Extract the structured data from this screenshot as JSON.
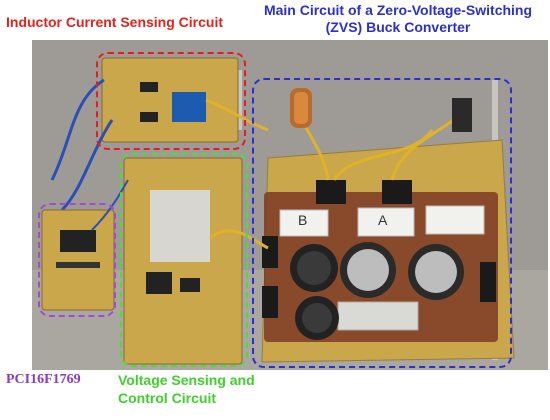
{
  "labels": {
    "inductor_sensing": "Inductor Current Sensing Circuit",
    "main_circuit_line1": "Main Circuit of a Zero-Voltage-Switching",
    "main_circuit_line2": "(ZVS) Buck Converter",
    "pic_board": "PCI16F1769",
    "voltage_sensing_line1": "Voltage Sensing and",
    "voltage_sensing_line2": "Control Circuit"
  },
  "board_markings": {
    "heatsink_b": "B",
    "heatsink_a": "A"
  },
  "colors": {
    "inductor_region": "#e81c1c",
    "main_region": "#2b2fd0",
    "pic_region": "#9b4fd0",
    "voltage_region": "#4fdc3a",
    "pcb": "#c9a74a",
    "pcb_dark": "#8a6a2a",
    "wire_yellow": "#e0b22a",
    "wire_blue": "#2a4fb5"
  }
}
